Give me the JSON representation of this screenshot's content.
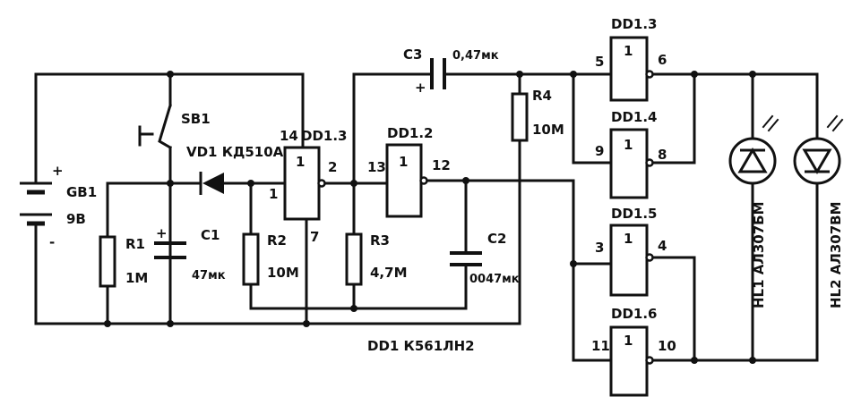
{
  "battery": {
    "ref": "GB1",
    "value": "9В",
    "plus": "+",
    "minus": "-"
  },
  "switch": {
    "ref": "SB1"
  },
  "diode": {
    "ref": "VD1 КД510А"
  },
  "r1": {
    "ref": "R1",
    "value": "1М"
  },
  "c1": {
    "ref": "С1",
    "value": "47мк",
    "plus": "+"
  },
  "r2": {
    "ref": "R2",
    "value": "10М"
  },
  "r3": {
    "ref": "R3",
    "value": "4,7М"
  },
  "r4": {
    "ref": "R4",
    "value": "10М"
  },
  "c2": {
    "ref": "С2",
    "value": "0047мк"
  },
  "c3": {
    "ref": "С3",
    "value": "0,47мк",
    "plus": "+"
  },
  "gates": [
    {
      "ref": "DD1.3",
      "pin_in": "14",
      "pin_in2": "1",
      "pin_out": "2",
      "pin_gnd": "7",
      "sym": "1"
    },
    {
      "ref": "DD1.2",
      "pin_in": "13",
      "pin_out": "12",
      "sym": "1"
    },
    {
      "ref": "DD1.3",
      "pin_in": "5",
      "pin_out": "6",
      "sym": "1"
    },
    {
      "ref": "DD1.4",
      "pin_in": "9",
      "pin_out": "8",
      "sym": "1"
    },
    {
      "ref": "DD1.5",
      "pin_in": "3",
      "pin_out": "4",
      "sym": "1"
    },
    {
      "ref": "DD1.6",
      "pin_in": "11",
      "pin_out": "10",
      "sym": "1"
    }
  ],
  "hl1": {
    "ref": "HL1 АЛ307БМ"
  },
  "hl2": {
    "ref": "HL2 АЛ307ВМ"
  },
  "ic_note": "DD1 К561ЛН2"
}
